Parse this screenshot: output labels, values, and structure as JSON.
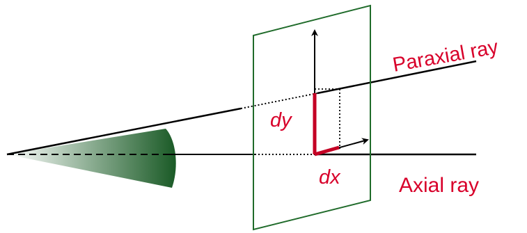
{
  "labels": {
    "paraxial": "Paraxial ray",
    "axial": "Axial ray",
    "dy": "dy",
    "dx": "dx"
  },
  "colors": {
    "ray": "#000000",
    "label": "#d8002a",
    "plane": "#1f6b2a",
    "cone_dark": "#1a5a26",
    "cone_light": "#ffffff",
    "displacement": "#c40024"
  }
}
